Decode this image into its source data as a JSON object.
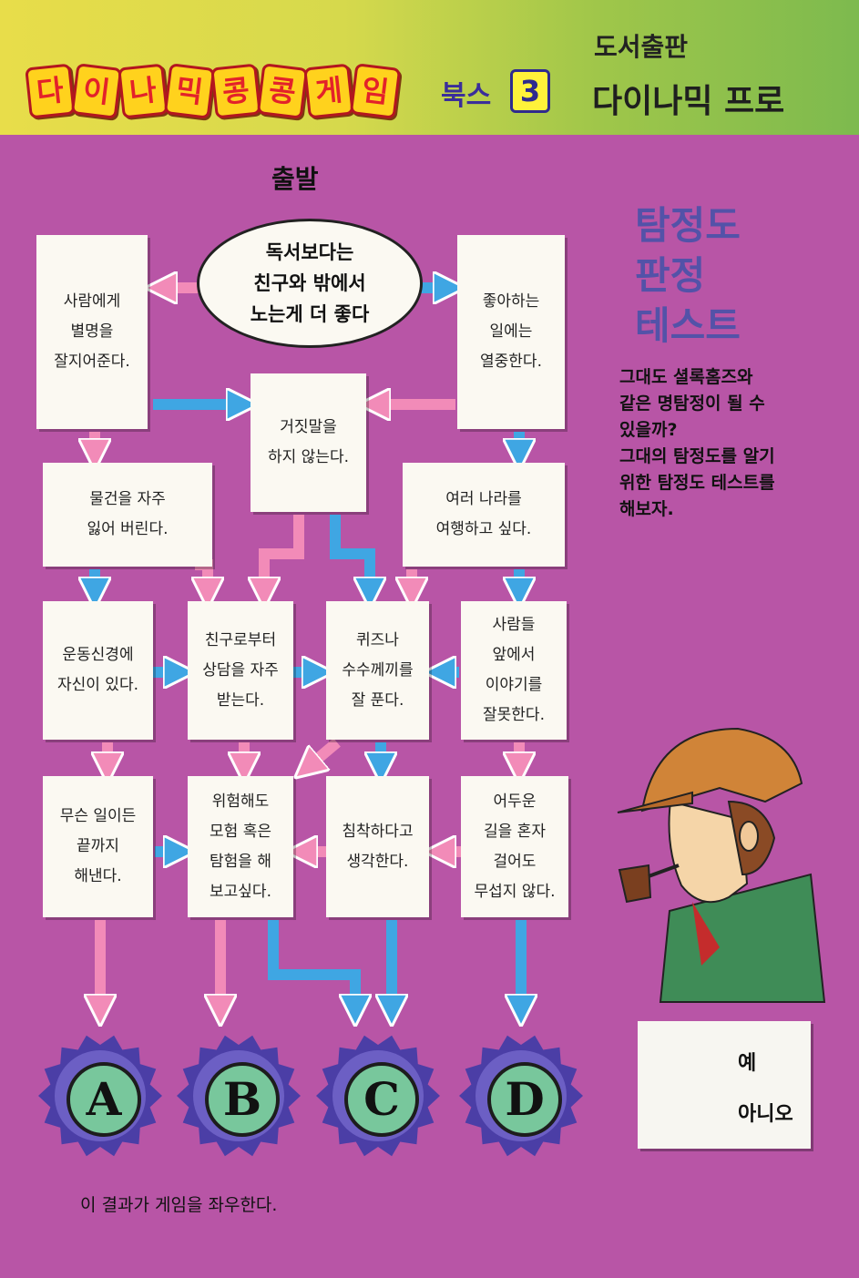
{
  "header": {
    "logo_chars": [
      "다",
      "이",
      "나",
      "믹",
      "콩",
      "콩",
      "게",
      "임"
    ],
    "books_label": "북스",
    "books_number": "3",
    "publisher_label": "도서출판",
    "publisher_name": "다이나믹 프로"
  },
  "flowchart": {
    "start_label": "출발",
    "start": "독서보다는\n친구와 밖에서\n노는게 더 좋다",
    "nodes": {
      "nickname": "사람에게\n별명을\n잘지어준다.",
      "enthusiast": "좋아하는\n일에는\n열중한다.",
      "no_lie": "거짓말을\n하지 않는다.",
      "lose_things": "물건을 자주\n잃어 버린다.",
      "travel": "여러 나라를\n여행하고 싶다.",
      "athletic": "운동신경에\n자신이 있다.",
      "advice": "친구로부터\n상담을 자주\n받는다.",
      "quiz": "퀴즈나\n수수께끼를\n잘 푼다.",
      "speech": "사람들\n앞에서\n이야기를\n잘못한다.",
      "persist": "무슨 일이든\n끝까지\n해낸다.",
      "adventure": "위험해도\n모험 혹은\n탐험을 해\n보고싶다.",
      "calm": "침착하다고\n생각한다.",
      "dark_road": "어두운\n길을 혼자\n걸어도\n무섭지 않다."
    },
    "results": [
      "A",
      "B",
      "C",
      "D"
    ]
  },
  "sidebar": {
    "title": "탐정도\n판정\n테스트",
    "description": "그대도 셜록홈즈와\n같은 명탐정이 될 수\n있을까?\n그대의 탐정도를 알기\n위한 탐정도 테스트를\n해보자."
  },
  "legend": {
    "yes": "예",
    "no": "아니오"
  },
  "footer": "이 결과가 게임을 좌우한다.",
  "colors": {
    "background": "#b855a6",
    "yes_arrow": "#f28bb8",
    "no_arrow": "#3fa6e3",
    "result_fill": "#78c79c",
    "gear": "#4b3ea6",
    "side_title": "#5352a8"
  }
}
